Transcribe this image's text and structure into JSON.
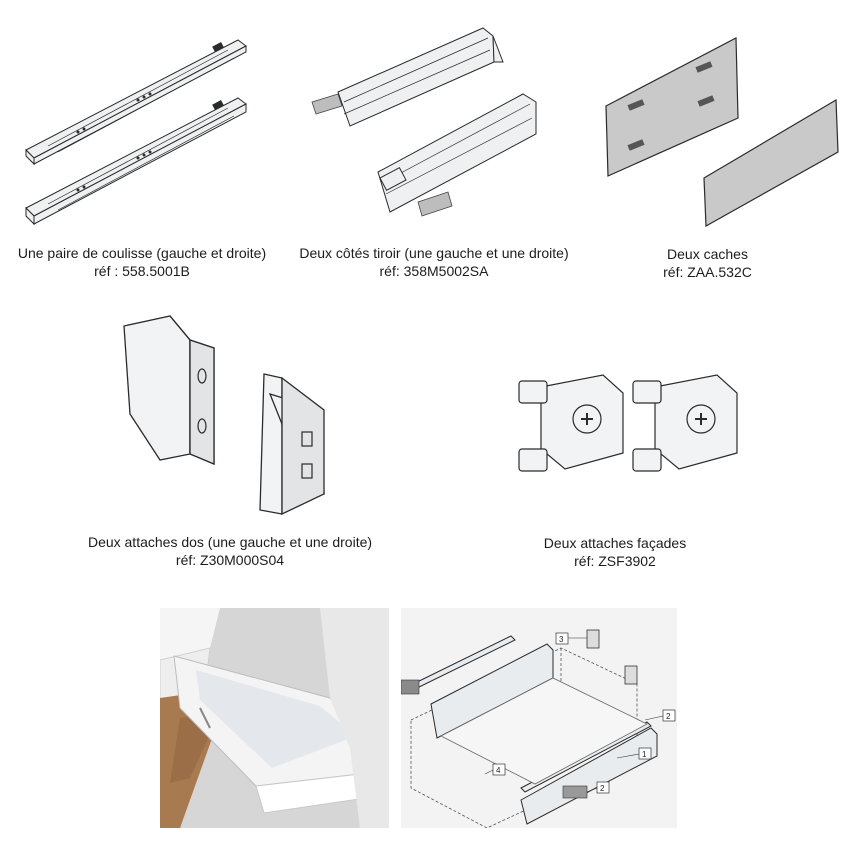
{
  "items": [
    {
      "title": "Une paire de coulisse (gauche et droite)",
      "ref": "réf : 558.5001B"
    },
    {
      "title": "Deux côtés tiroir (une gauche et une droite)",
      "ref": "réf: 358M5002SA"
    },
    {
      "title": "Deux caches",
      "ref": "réf: ZAA.532C"
    },
    {
      "title": "Deux attaches dos (une gauche et une droite)",
      "ref": "réf: Z30M000S04"
    },
    {
      "title": "Deux attaches façades",
      "ref": "réf: ZSF3902"
    }
  ],
  "diagram": {
    "callouts": [
      "1",
      "2",
      "2",
      "3",
      "4"
    ]
  },
  "colors": {
    "line": "#2b2b2b",
    "metal": "#e9ecef",
    "panel_gray": "#c9c9c9",
    "wood": "#a87a4f",
    "wall": "#d9d9d9"
  }
}
